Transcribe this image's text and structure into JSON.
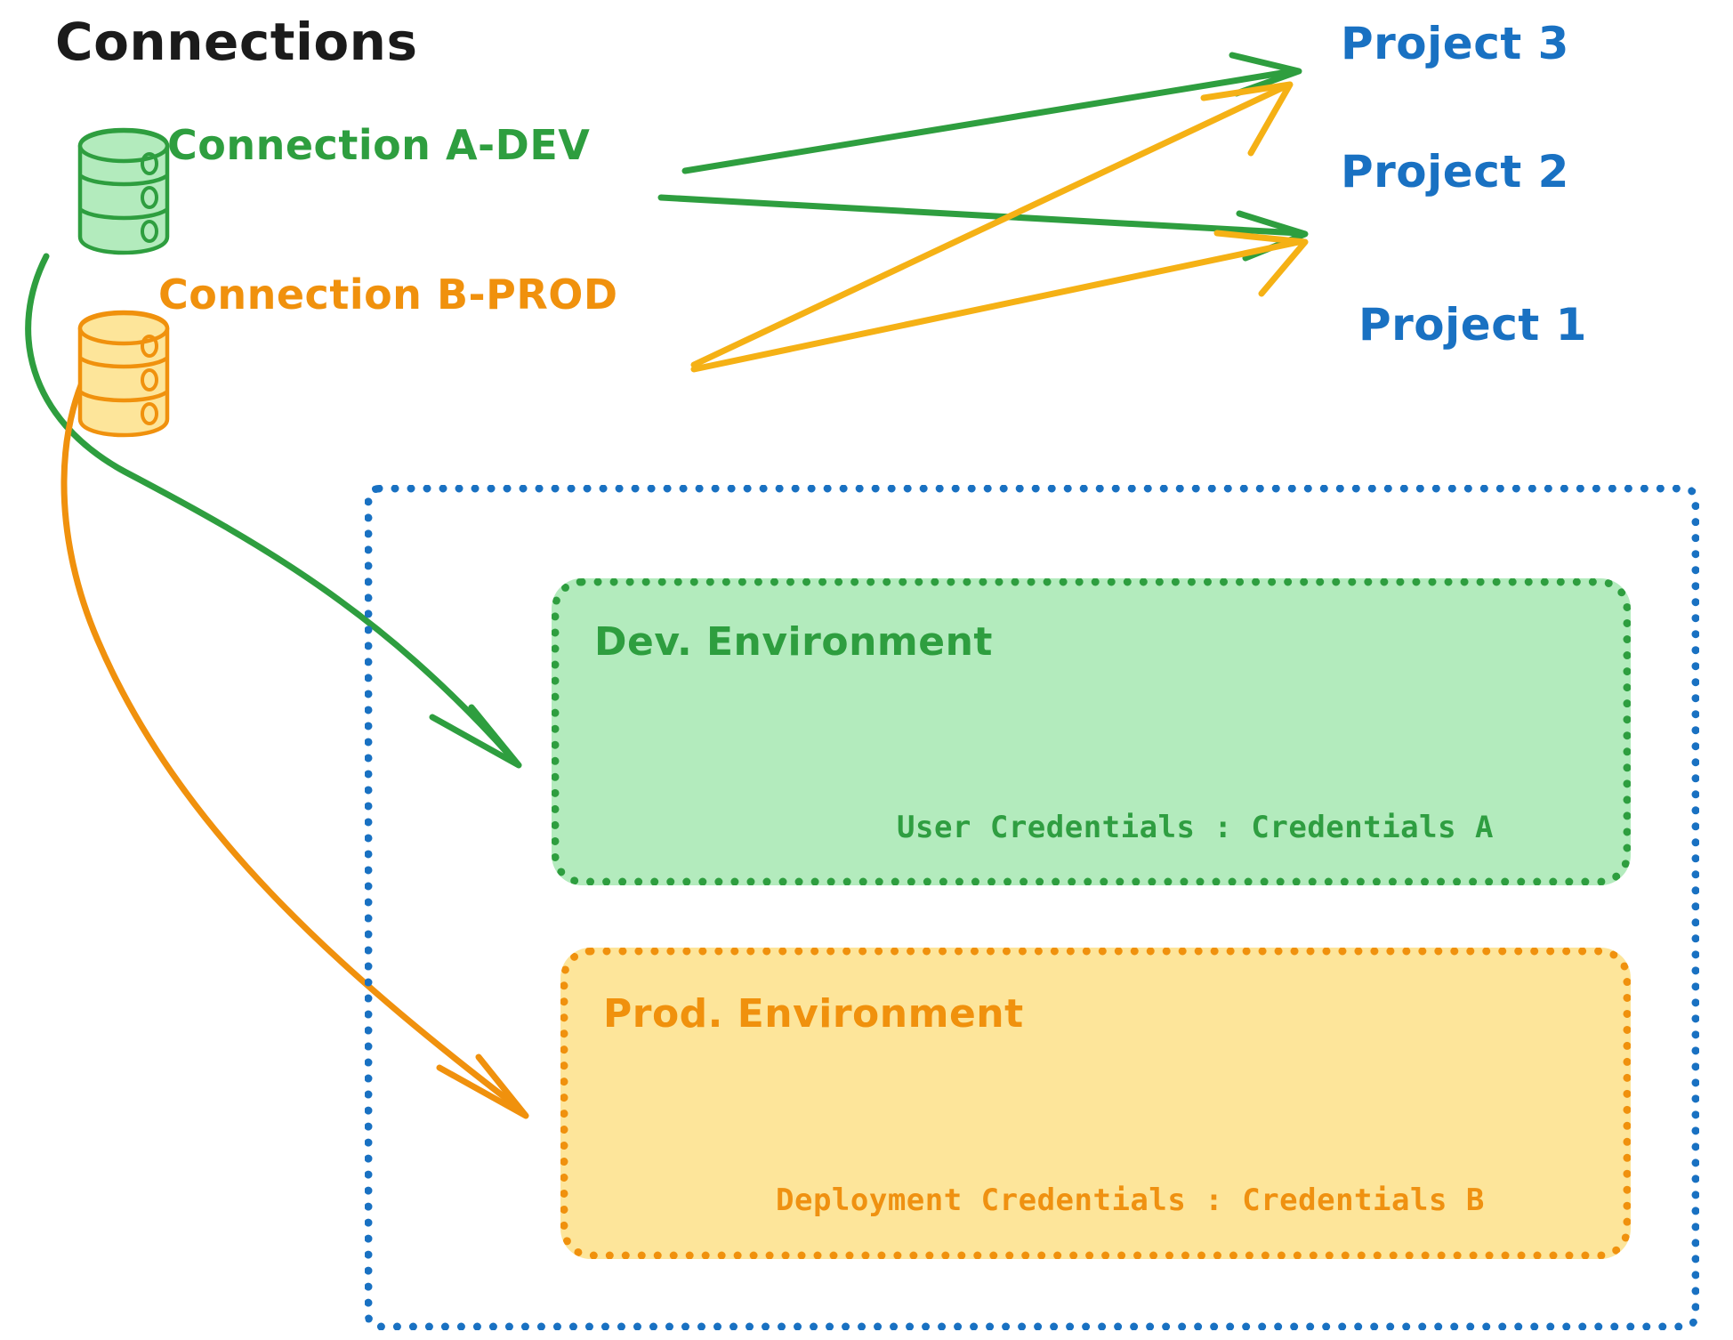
{
  "diagram": {
    "title": "Connections",
    "colors": {
      "green_stroke": "#2e9e3f",
      "green_fill": "#b3ebbd",
      "orange_stroke": "#f0910d",
      "orange_fill": "#fde59a",
      "blue": "#1971c2",
      "black": "#1b1b1b"
    }
  },
  "connections": [
    {
      "id": "a-dev",
      "label": "Connection A-DEV",
      "icon": "database-icon",
      "color": "#2e9e3f"
    },
    {
      "id": "b-prod",
      "label": "Connection B-PROD",
      "icon": "database-icon",
      "color": "#f0910d"
    }
  ],
  "projects": [
    {
      "id": "project3",
      "label": "Project 3"
    },
    {
      "id": "project2",
      "label": "Project 2"
    },
    {
      "id": "project1",
      "label": "Project 1"
    }
  ],
  "project1": {
    "label": "Project 1",
    "environments": [
      {
        "id": "dev",
        "title": "Dev. Environment",
        "credentials": "User Credentials : Credentials A",
        "color": "#2e9e3f"
      },
      {
        "id": "prod",
        "title": "Prod. Environment",
        "credentials": "Deployment Credentials : Credentials B",
        "color": "#f0910d"
      }
    ]
  },
  "edges": [
    {
      "from": "a-dev",
      "to": "project3",
      "color": "#2e9e3f"
    },
    {
      "from": "a-dev",
      "to": "project2",
      "color": "#2e9e3f"
    },
    {
      "from": "a-dev",
      "to": "dev",
      "color": "#2e9e3f"
    },
    {
      "from": "b-prod",
      "to": "project3",
      "color": "#f0910d"
    },
    {
      "from": "b-prod",
      "to": "project2",
      "color": "#f0910d"
    },
    {
      "from": "b-prod",
      "to": "prod",
      "color": "#f0910d"
    }
  ]
}
